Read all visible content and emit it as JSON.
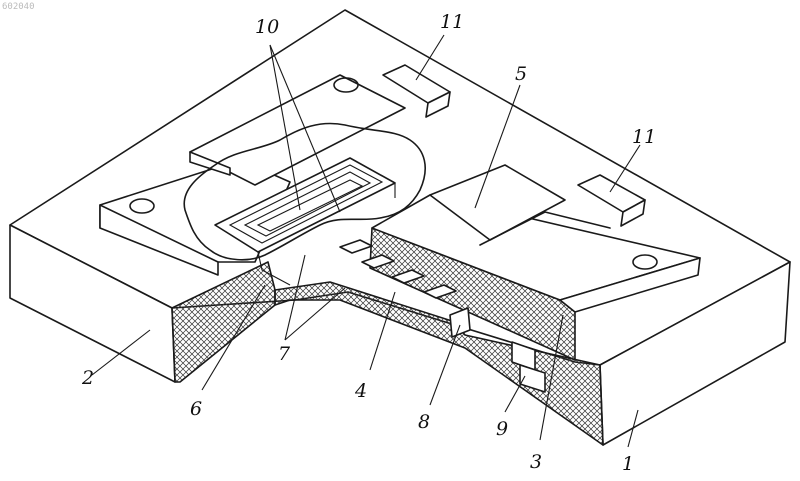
{
  "figure": {
    "watermark": "602040",
    "labels": {
      "part_1": "1",
      "part_2": "2",
      "part_3": "3",
      "part_4": "4",
      "part_5": "5",
      "part_6": "6",
      "part_7": "7",
      "part_8": "8",
      "part_9": "9",
      "part_10": "10",
      "part_11a": "11",
      "part_11b": "11"
    }
  }
}
